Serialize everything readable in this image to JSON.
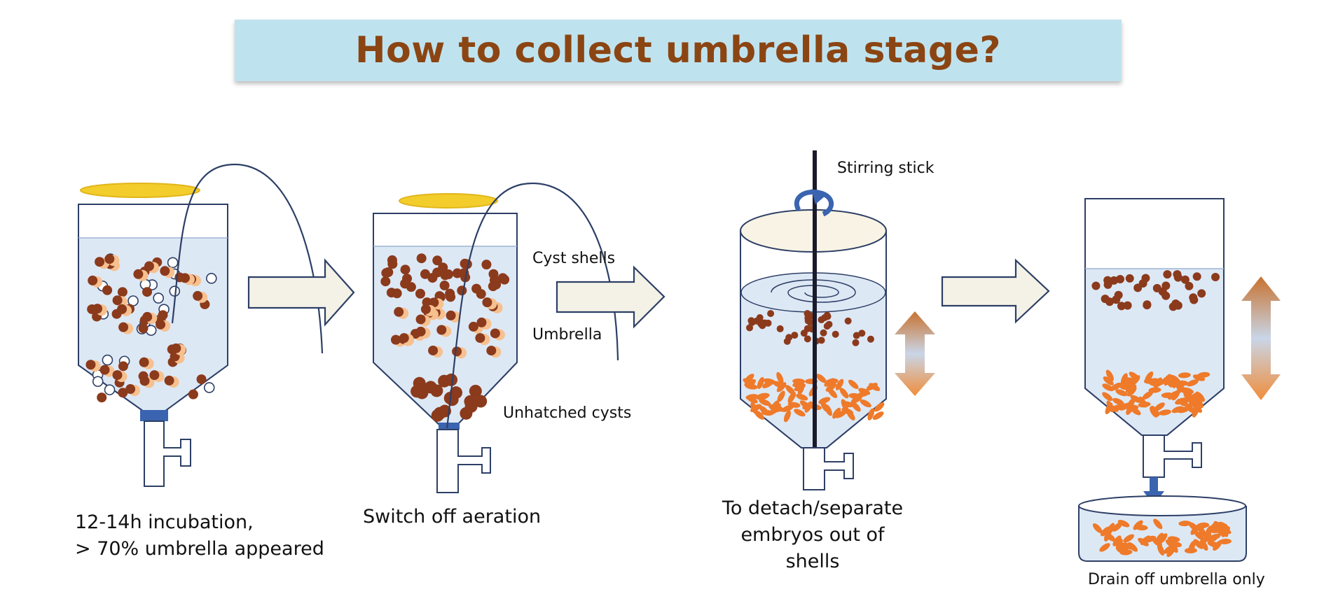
{
  "title": "How to collect umbrella stage?",
  "steps": [
    {
      "caption_line1": "12-14h incubation,",
      "caption_line2": "> 70% umbrella appeared"
    },
    {
      "caption": "Switch off aeration"
    },
    {
      "caption_line1": "To detach/separate",
      "caption_line2": "embryos out of",
      "caption_line3": "shells"
    },
    {
      "caption": "Drain off umbrella only"
    }
  ],
  "labels": {
    "cyst_shells": "Cyst shells",
    "umbrella": "Umbrella",
    "unhatched_cysts": "Unhatched cysts",
    "stirring_stick": "Stirring stick"
  },
  "colors": {
    "banner_bg": "#bfe3ee",
    "title_text": "#8b4513",
    "water": "#dde8f5",
    "outline": "#2d3f66",
    "cyst_brown": "#8b3a1c",
    "umbrella_peach": "#f7c08f",
    "embryo_orange": "#ee7a2a",
    "aeration_yellow": "#f2cd2c",
    "valve_blue": "#3a64b0",
    "arrow_fill": "#f4f2e6"
  }
}
